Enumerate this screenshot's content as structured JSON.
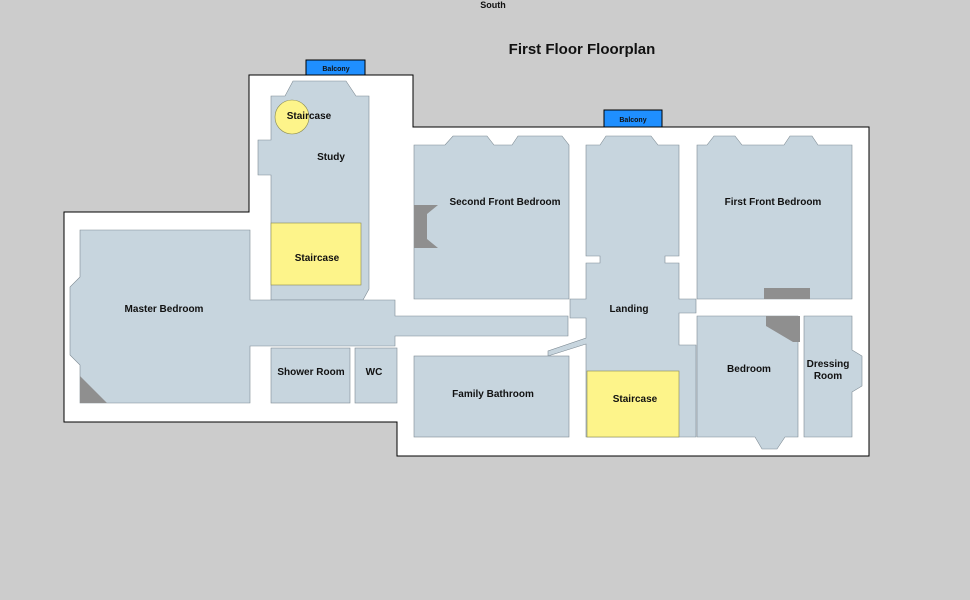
{
  "compass": {
    "label": "South"
  },
  "title": "First Floor Floorplan",
  "colors": {
    "background": "#cccccc",
    "wall": "#ffffff",
    "outline": "#000000",
    "room": "#c7d5de",
    "staircase": "#fdf48a",
    "balcony": "#1f8fff",
    "chimney": "#8f8f8f"
  },
  "balconies": {
    "study": "Balcony",
    "front": "Balcony"
  },
  "rooms": {
    "study_staircase": "Staircase",
    "study": "Study",
    "study_lower_staircase": "Staircase",
    "second_front_bedroom": "Second Front Bedroom",
    "first_front_bedroom": "First Front Bedroom",
    "master_bedroom": "Master Bedroom",
    "landing": "Landing",
    "shower_room": "Shower Room",
    "wc": "WC",
    "family_bathroom": "Family Bathroom",
    "landing_staircase": "Staircase",
    "bedroom": "Bedroom",
    "dressing_room_line1": "Dressing",
    "dressing_room_line2": "Room"
  }
}
